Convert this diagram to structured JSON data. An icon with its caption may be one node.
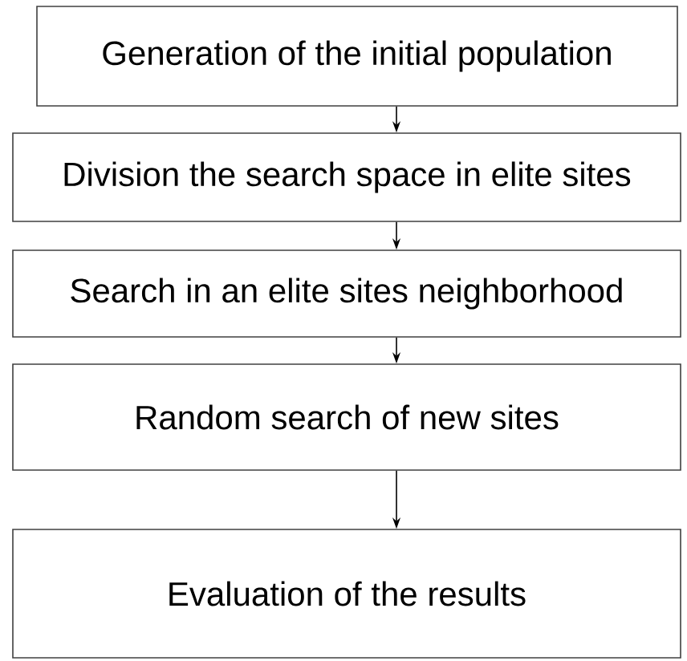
{
  "diagram": {
    "nodes": [
      {
        "text": [
          "Generation of the initial population"
        ]
      },
      {
        "text": [
          "Division the search space in elite sites"
        ]
      },
      {
        "text": [
          "Search in an elite sites neighborhood"
        ]
      },
      {
        "text": [
          "Random search of new sites"
        ]
      },
      {
        "text": [
          "Evaluation of the results"
        ]
      }
    ],
    "edges": [
      {
        "from": 0,
        "to": 1,
        "arrow": "to"
      },
      {
        "from": 1,
        "to": 2,
        "arrow": "to"
      },
      {
        "from": 2,
        "to": 3,
        "arrow": "to"
      },
      {
        "from": 3,
        "to": 4,
        "arrow": "to"
      }
    ]
  }
}
